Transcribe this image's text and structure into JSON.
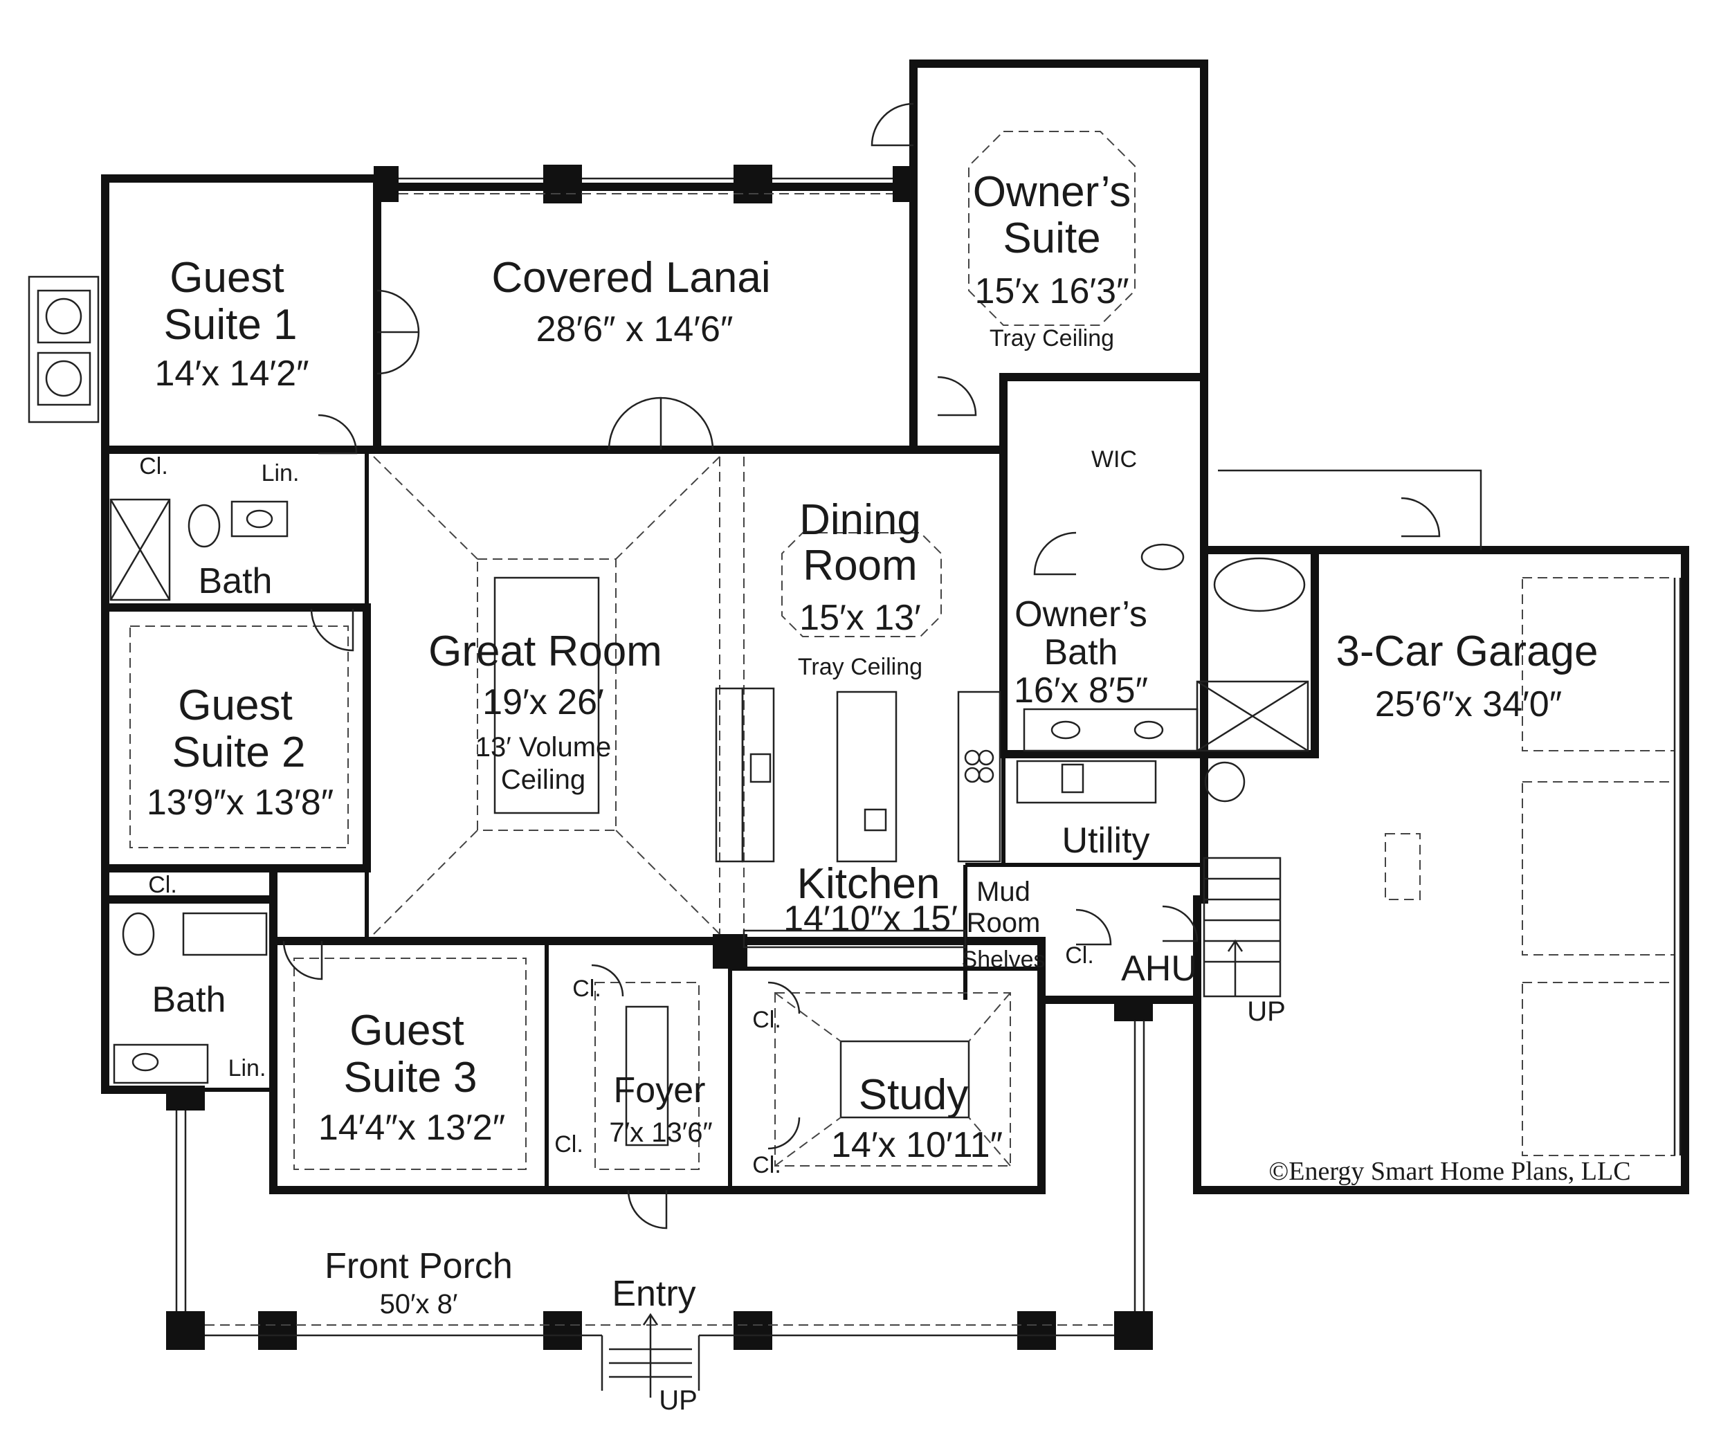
{
  "rooms": {
    "guest_suite_1": {
      "line1": "Guest",
      "line2": "Suite 1",
      "dims": "14′x 14′2″"
    },
    "covered_lanai": {
      "line1": "Covered Lanai",
      "dims": "28′6″ x 14′6″"
    },
    "owners_suite": {
      "line1": "Owner’s",
      "line2": "Suite",
      "dims": "15′x 16′3″",
      "note": "Tray Ceiling"
    },
    "closet_gs1": {
      "label": "Cl."
    },
    "linen_1": {
      "label": "Lin."
    },
    "bath_1": {
      "label": "Bath"
    },
    "wic": {
      "label": "WIC"
    },
    "great_room": {
      "line1": "Great Room",
      "dims": "19′x 26′",
      "note1": "13′ Volume",
      "note2": "Ceiling"
    },
    "dining_room": {
      "line1": "Dining",
      "line2": "Room",
      "dims": "15′x 13′",
      "note": "Tray Ceiling"
    },
    "owners_bath": {
      "line1": "Owner’s",
      "line2": "Bath",
      "dims": "16′x 8′5″"
    },
    "garage": {
      "line1": "3-Car Garage",
      "dims": "25′6″x 34′0″"
    },
    "guest_suite_2": {
      "line1": "Guest",
      "line2": "Suite 2",
      "dims": "13′9″x 13′8″"
    },
    "utility": {
      "label": "Utility"
    },
    "closet_gs2": {
      "label": "Cl."
    },
    "kitchen": {
      "line1": "Kitchen",
      "dims": "14′10″x 15′"
    },
    "mud_room": {
      "line1": "Mud",
      "line2": "Room",
      "note": "Shelves"
    },
    "closet_mud": {
      "label": "Cl."
    },
    "ahu": {
      "label": "AHU"
    },
    "bath_2": {
      "label": "Bath"
    },
    "linen_2": {
      "label": "Lin."
    },
    "guest_suite_3": {
      "line1": "Guest",
      "line2": "Suite 3",
      "dims": "14′4″x 13′2″"
    },
    "closet_gs3": {
      "label": "Cl."
    },
    "closet_foyer": {
      "label": "Cl."
    },
    "foyer": {
      "line1": "Foyer",
      "dims": "7′x 13′6″"
    },
    "closet_study_1": {
      "label": "Cl."
    },
    "closet_study_2": {
      "label": "Cl."
    },
    "study": {
      "line1": "Study",
      "dims": "14′x 10′11″"
    },
    "front_porch": {
      "line1": "Front Porch",
      "dims": "50′x 8′"
    },
    "entry": {
      "label": "Entry"
    }
  },
  "stairs": {
    "garage_up": "UP",
    "porch_up": "UP"
  },
  "copyright": "©Energy Smart Home Plans, LLC"
}
